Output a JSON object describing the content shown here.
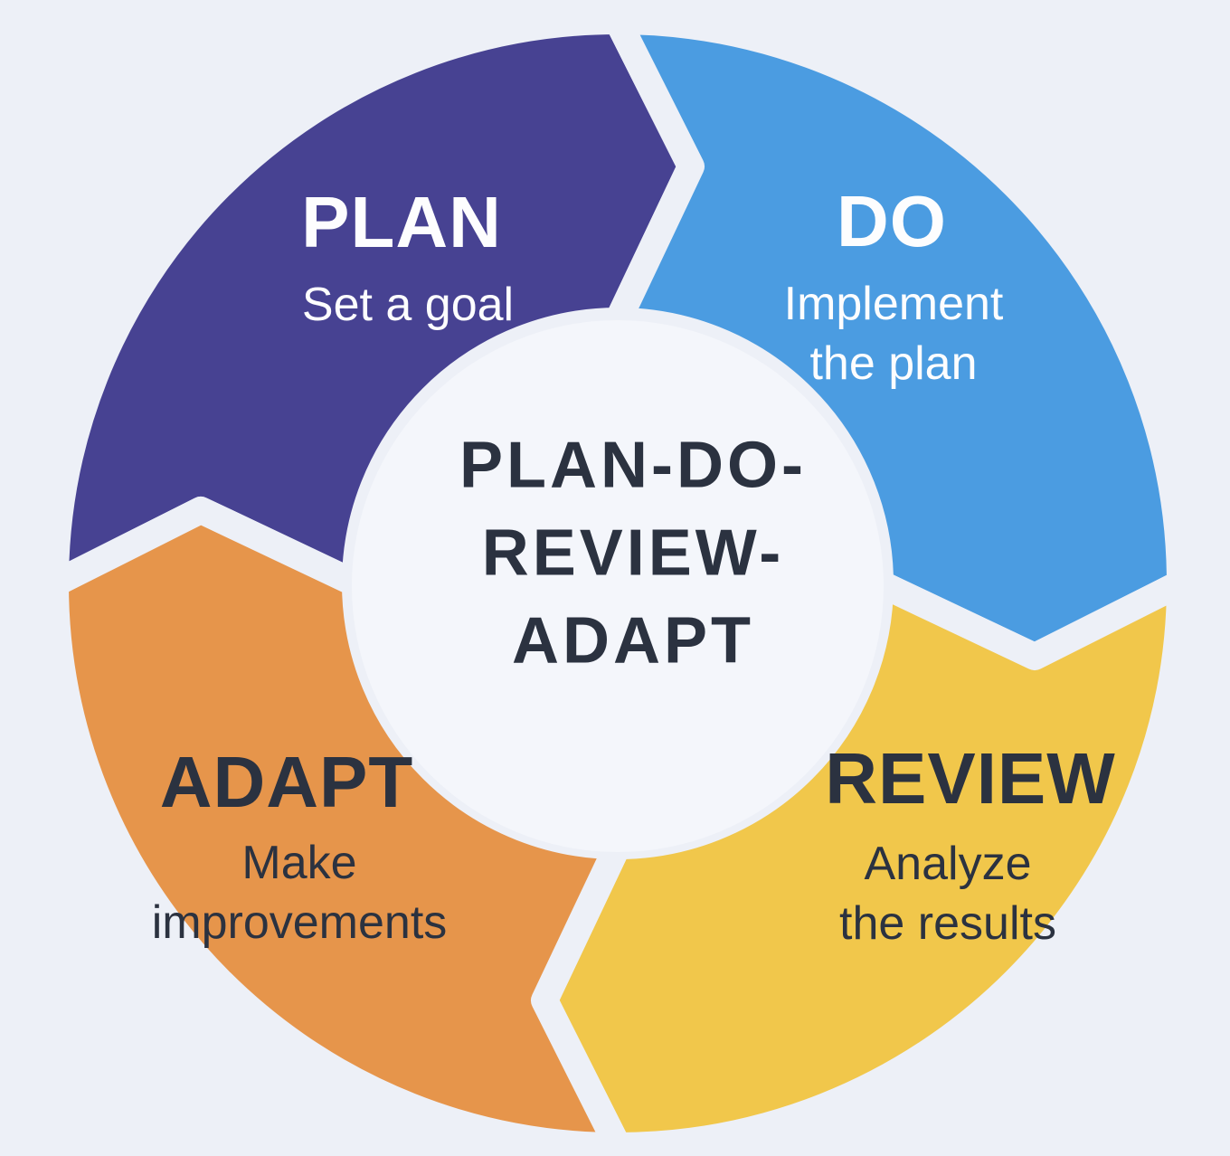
{
  "diagram": {
    "type": "cycle",
    "flow_direction": "clockwise",
    "center_title_full": "PLAN-DO-REVIEW-ADAPT",
    "center_title_lines": [
      "PLAN-DO-",
      "REVIEW-",
      "ADAPT"
    ]
  },
  "segments": [
    {
      "id": "plan",
      "position": "top-left",
      "label": "PLAN",
      "subtitle": "Set a goal",
      "subtitle_lines": [
        "Set a goal"
      ],
      "color": "#474292",
      "text_color": "#fdfdfe"
    },
    {
      "id": "do",
      "position": "top-right",
      "label": "DO",
      "subtitle": "Implement the plan",
      "subtitle_lines": [
        "Implement",
        "the plan"
      ],
      "color": "#4b9ce1",
      "text_color": "#fdfdfe"
    },
    {
      "id": "review",
      "position": "bottom-right",
      "label": "REVIEW",
      "subtitle": "Analyze the results",
      "subtitle_lines": [
        "Analyze",
        "the results"
      ],
      "color": "#f1c74b",
      "text_color": "#2b3240"
    },
    {
      "id": "adapt",
      "position": "bottom-left",
      "label": "ADAPT",
      "subtitle": "Make improvements",
      "subtitle_lines": [
        "Make",
        "improvements"
      ],
      "color": "#e6954b",
      "text_color": "#2b3240"
    }
  ],
  "colors": {
    "background": "#edf0f7",
    "gap": "#edf0f7",
    "center_circle": "#f4f6fb",
    "title_text": "#2b3240"
  }
}
